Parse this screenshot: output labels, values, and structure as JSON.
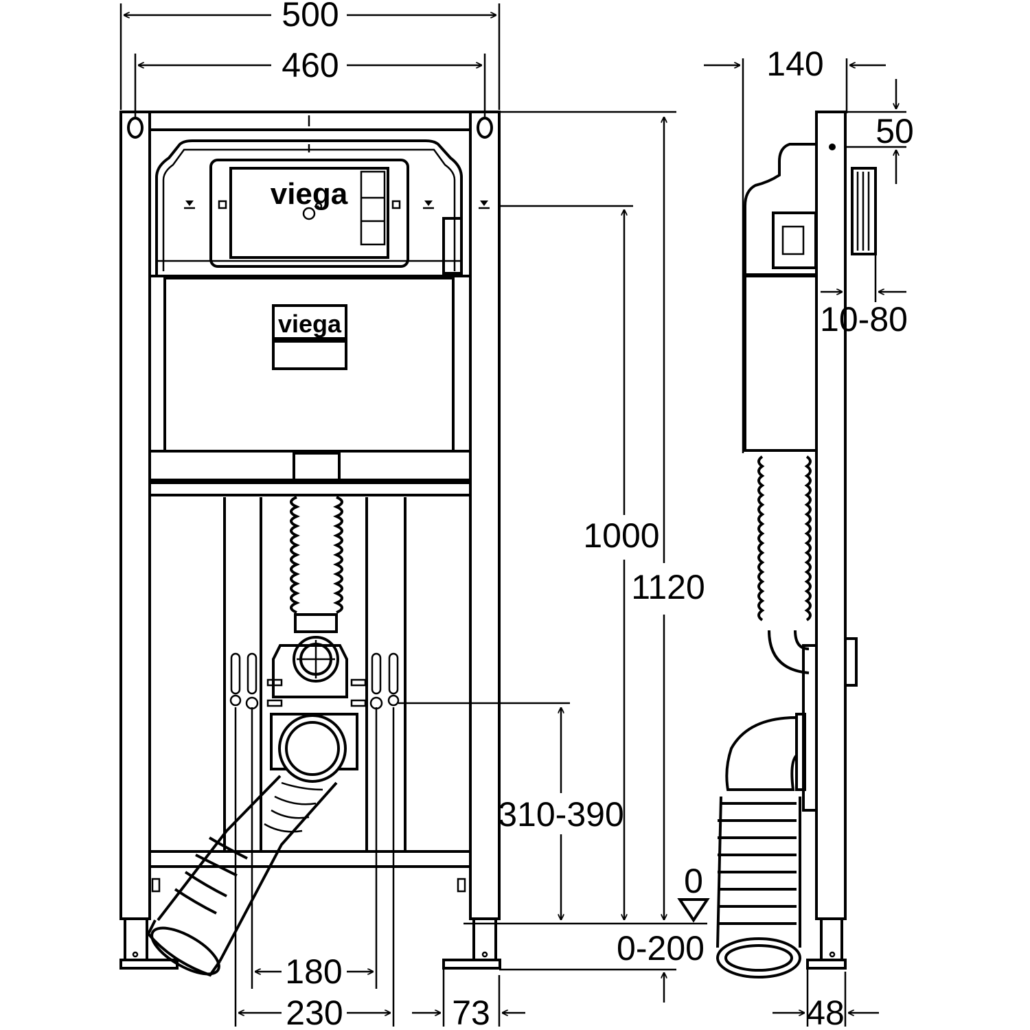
{
  "brand": {
    "logo_text": "viega"
  },
  "dimensions": {
    "overall_width": "500",
    "fixing_width": "460",
    "depth": "140",
    "top_offset": "50",
    "wall_gap": "10-80",
    "flush_height": "1000",
    "frame_height": "1120",
    "drain_height": "310-390",
    "zero_mark": "0",
    "foot_adjust": "0-200",
    "inner_spacing": "180",
    "outer_spacing": "230",
    "foot_width": "73",
    "side_foot_depth": "48"
  },
  "colors": {
    "line": "#000000",
    "background": "#ffffff"
  }
}
